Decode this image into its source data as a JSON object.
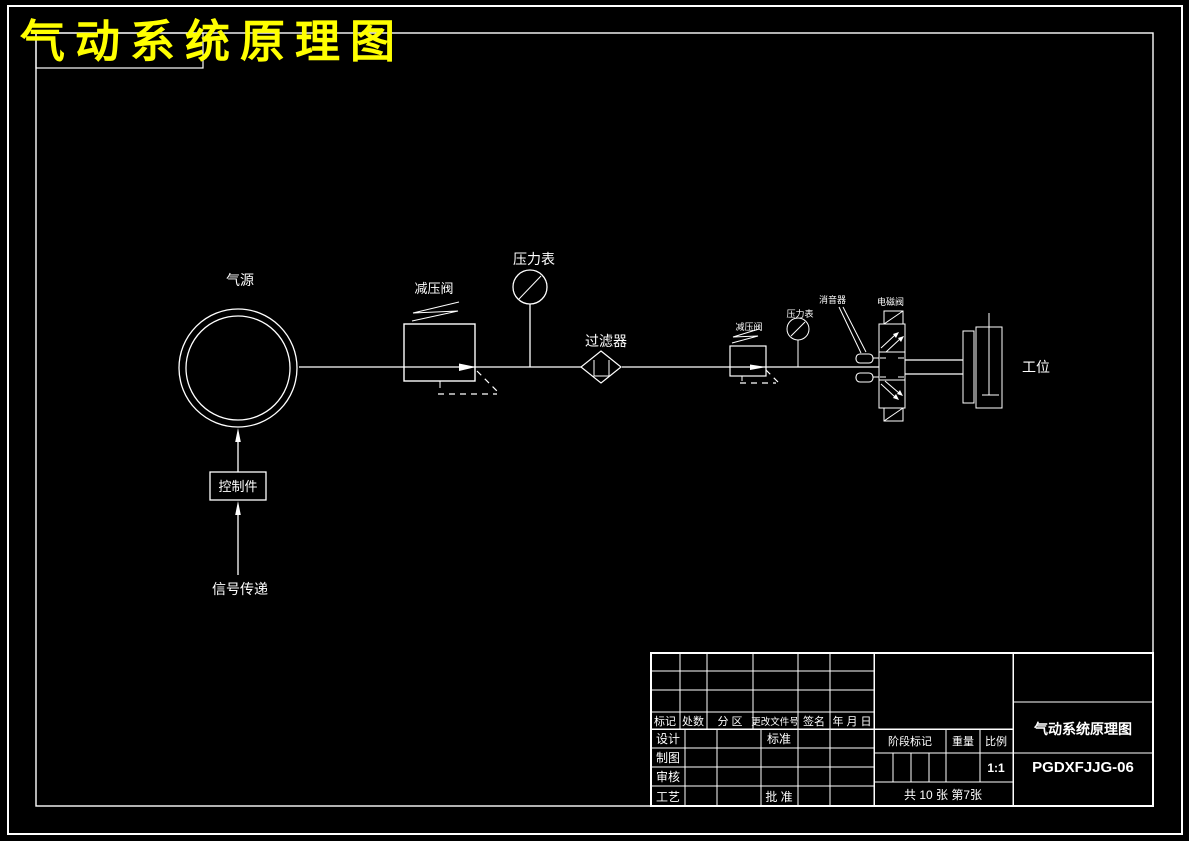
{
  "page_title": "气动系统原理图",
  "colors": {
    "background": "#000000",
    "line": "#ffffff",
    "title": "#ffff00"
  },
  "schematic": {
    "air_source_label": "气源",
    "reducing_valve_label": "减压阀",
    "pressure_gauge_label": "压力表",
    "filter_label": "过滤器",
    "reducing_valve2_label": "减压阀",
    "pressure_gauge2_label": "压力表",
    "muffler_label": "消音器",
    "solenoid_valve_label": "电磁阀",
    "workstation_label": "工位",
    "control_unit_label": "控制件",
    "signal_label": "信号传递"
  },
  "titleblock": {
    "rev_headers": [
      "标记",
      "处数",
      "分 区",
      "更改文件号",
      "签名",
      "年 月 日"
    ],
    "role_labels": [
      "设计",
      "制图",
      "审核",
      "工艺"
    ],
    "standardization_label": "标准",
    "approval_label": "批 准",
    "stage_mark_label": "阶段标记",
    "weight_label": "重量",
    "scale_label": "比例",
    "scale_value": "1:1",
    "sheet_count": "共 10 张  第7张",
    "drawing_title": "气动系统原理图",
    "drawing_number": "PGDXFJJG-06"
  }
}
